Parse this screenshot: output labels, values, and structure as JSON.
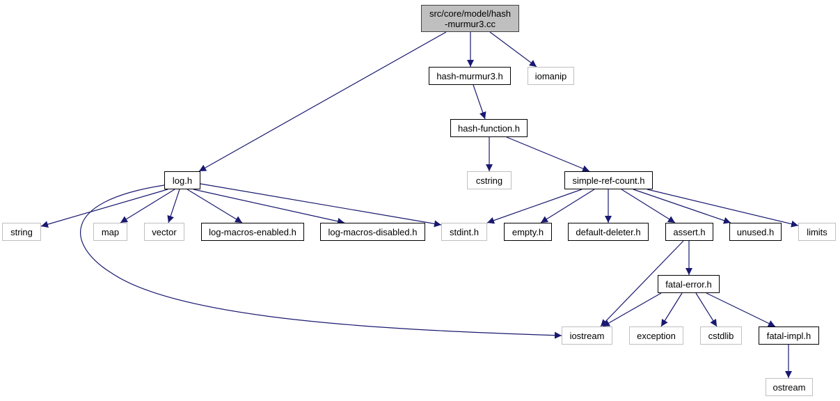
{
  "graph": {
    "edge_color": "#191970",
    "root_fill": "#bfbfbf",
    "external_border": "#bfbfbf",
    "nodes": {
      "root": {
        "line1": "src/core/model/hash",
        "line2": "-murmur3.cc"
      },
      "hash_murmur3_h": "hash-murmur3.h",
      "iomanip": "iomanip",
      "hash_function_h": "hash-function.h",
      "log_h": "log.h",
      "cstring": "cstring",
      "simple_ref_count_h": "simple-ref-count.h",
      "string": "string",
      "map": "map",
      "vector": "vector",
      "log_macros_enabled_h": "log-macros-enabled.h",
      "log_macros_disabled_h": "log-macros-disabled.h",
      "stdint_h": "stdint.h",
      "empty_h": "empty.h",
      "default_deleter_h": "default-deleter.h",
      "assert_h": "assert.h",
      "unused_h": "unused.h",
      "limits": "limits",
      "fatal_error_h": "fatal-error.h",
      "iostream": "iostream",
      "exception": "exception",
      "cstdlib": "cstdlib",
      "fatal_impl_h": "fatal-impl.h",
      "ostream": "ostream"
    },
    "edges": [
      [
        "root",
        "hash_murmur3_h"
      ],
      [
        "root",
        "iomanip"
      ],
      [
        "root",
        "log_h"
      ],
      [
        "hash_murmur3_h",
        "hash_function_h"
      ],
      [
        "hash_function_h",
        "cstring"
      ],
      [
        "hash_function_h",
        "simple_ref_count_h"
      ],
      [
        "log_h",
        "string"
      ],
      [
        "log_h",
        "map"
      ],
      [
        "log_h",
        "vector"
      ],
      [
        "log_h",
        "log_macros_enabled_h"
      ],
      [
        "log_h",
        "log_macros_disabled_h"
      ],
      [
        "log_h",
        "stdint_h"
      ],
      [
        "log_h",
        "iostream"
      ],
      [
        "simple_ref_count_h",
        "stdint_h"
      ],
      [
        "simple_ref_count_h",
        "empty_h"
      ],
      [
        "simple_ref_count_h",
        "default_deleter_h"
      ],
      [
        "simple_ref_count_h",
        "assert_h"
      ],
      [
        "simple_ref_count_h",
        "unused_h"
      ],
      [
        "simple_ref_count_h",
        "limits"
      ],
      [
        "assert_h",
        "fatal_error_h"
      ],
      [
        "assert_h",
        "iostream"
      ],
      [
        "fatal_error_h",
        "iostream"
      ],
      [
        "fatal_error_h",
        "exception"
      ],
      [
        "fatal_error_h",
        "cstdlib"
      ],
      [
        "fatal_error_h",
        "fatal_impl_h"
      ],
      [
        "fatal_impl_h",
        "ostream"
      ]
    ]
  }
}
